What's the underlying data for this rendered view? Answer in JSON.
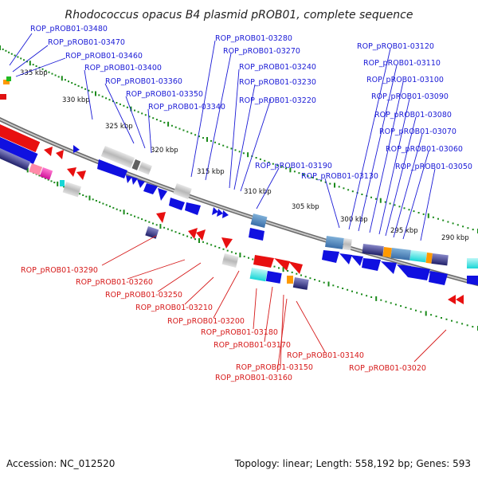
{
  "title": "Rhodococcus opacus B4 plasmid pROB01, complete sequence",
  "footer": {
    "accession": "Accession: NC_012520",
    "summary": "Topology: linear; Length: 558,192 bp; Genes: 593"
  },
  "kbp_ticks": [
    "335 kbp",
    "330 kbp",
    "325 kbp",
    "320 kbp",
    "315 kbp",
    "310 kbp",
    "305 kbp",
    "300 kbp",
    "295 kbp",
    "290 kbp"
  ],
  "forward_labels": [
    "ROP_pROB01-03480",
    "ROP_pROB01-03470",
    "ROP_pROB01-03460",
    "ROP_pROB01-03400",
    "ROP_pROB01-03360",
    "ROP_pROB01-03350",
    "ROP_pROB01-03340",
    "ROP_pROB01-03280",
    "ROP_pROB01-03270",
    "ROP_pROB01-03240",
    "ROP_pROB01-03230",
    "ROP_pROB01-03220",
    "ROP_pROB01-03190",
    "ROP_pROB01-03130",
    "ROP_pROB01-03120",
    "ROP_pROB01-03110",
    "ROP_pROB01-03100",
    "ROP_pROB01-03090",
    "ROP_pROB01-03080",
    "ROP_pROB01-03070",
    "ROP_pROB01-03060",
    "ROP_pROB01-03050"
  ],
  "reverse_labels": [
    "ROP_pROB01-03290",
    "ROP_pROB01-03260",
    "ROP_pROB01-03250",
    "ROP_pROB01-03210",
    "ROP_pROB01-03200",
    "ROP_pROB01-03180",
    "ROP_pROB01-03170",
    "ROP_pROB01-03150",
    "ROP_pROB01-03160",
    "ROP_pROB01-03140",
    "ROP_pROB01-03020"
  ],
  "colors": {
    "forward_label": "#1a1ad6",
    "reverse_label": "#d61a1a",
    "forward_gene": "#1010e0",
    "reverse_gene": "#e81010",
    "backbone": "#8a8a8a",
    "tick_dots": "#1a8a1a"
  }
}
